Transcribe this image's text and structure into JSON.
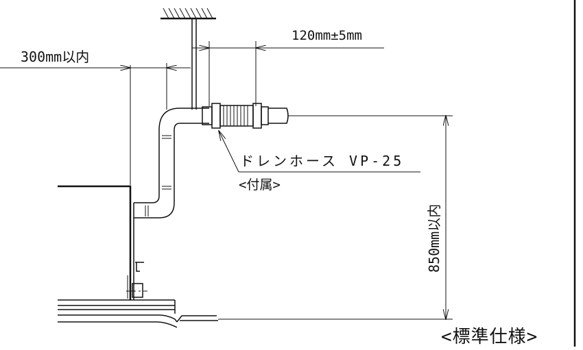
{
  "labels": {
    "dim_300": "300mm以内",
    "dim_120": "120mm±5mm",
    "hose": "ドレンホース VP-25",
    "accessory": "<付属>",
    "dim_850": "850mm以内",
    "caption": "<標準仕様>"
  }
}
